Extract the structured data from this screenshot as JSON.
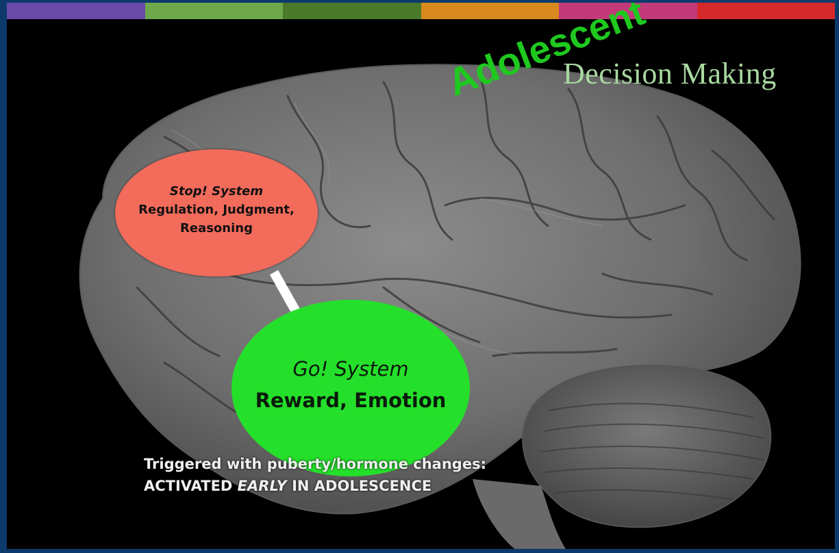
{
  "title": {
    "adolescent": "Adolescent",
    "decision_making": "Decision Making"
  },
  "stop_system": {
    "name": "Stop! System",
    "line1": "Regulation, Judgment,",
    "line2": "Reasoning"
  },
  "go_system": {
    "name": "Go! System",
    "line1": "Reward, Emotion"
  },
  "footnote": {
    "line1": "Triggered with puberty/hormone changes:",
    "line2_pre": "ACTIVATED ",
    "line2_em": "EARLY",
    "line2_post": " IN ADOLESCENCE"
  },
  "colors": {
    "stripe": [
      "#6a4aa8",
      "#6ea84a",
      "#4a7a2a",
      "#d98a1e",
      "#c23a7a",
      "#d62a2a"
    ],
    "stop_fill": "#f26b5b",
    "go_fill": "#25e02b",
    "title_green": "#1fc91f",
    "title_pale": "#a8d8a0",
    "frame": "#0d3a6b"
  },
  "image": {
    "brain": "gray-brain-lateral-view",
    "arrow": "white-arrow-stop-to-go"
  }
}
